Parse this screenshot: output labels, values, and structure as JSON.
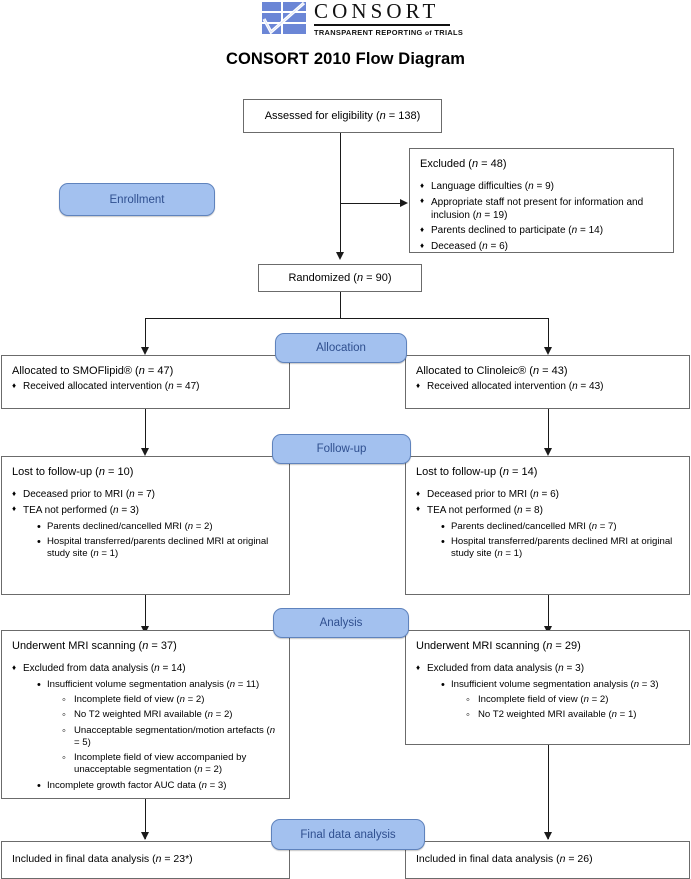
{
  "logo": {
    "wordmark": "CONSORT",
    "tagline_part1": "TRANSPARENT REPORTING",
    "tagline_of": "of",
    "tagline_part2": "TRIALS",
    "mark_color": "#6b86d6"
  },
  "title": "CONSORT 2010 Flow Diagram",
  "theme": {
    "pill_fill": "#a3c1ef",
    "pill_border": "#5f83bd",
    "pill_text": "#2f4f8f",
    "box_border": "#6b6b6b",
    "line_color": "#1a1a1a"
  },
  "stages": {
    "enrollment": "Enrollment",
    "allocation": "Allocation",
    "followup": "Follow-up",
    "analysis": "Analysis",
    "final": "Final data analysis"
  },
  "enrollment": {
    "assessed": "Assessed for eligibility (n = 138)",
    "randomized": "Randomized (n = 90)",
    "excluded": {
      "head": "Excluded (n = 48)",
      "items": [
        "Language difficulties (n = 9)",
        "Appropriate staff not present for information and inclusion (n = 19)",
        "Parents declined to participate (n = 14)",
        "Deceased (n = 6)"
      ]
    }
  },
  "allocation": {
    "left": {
      "head": "Allocated to SMOFlipid® (n = 47)",
      "items": [
        "Received allocated intervention (n = 47)"
      ]
    },
    "right": {
      "head": "Allocated to Clinoleic® (n = 43)",
      "items": [
        "Received allocated intervention (n = 43)"
      ]
    }
  },
  "followup": {
    "left": {
      "head": "Lost to follow-up (n = 10)",
      "items": [
        {
          "text": "Deceased prior to MRI (n = 7)",
          "sub": []
        },
        {
          "text": "TEA not performed (n = 3)",
          "sub": [
            "Parents declined/cancelled MRI (n = 2)",
            "Hospital transferred/parents declined MRI at original study site (n = 1)"
          ]
        }
      ]
    },
    "right": {
      "head": "Lost to follow-up (n = 14)",
      "items": [
        {
          "text": "Deceased prior to MRI (n = 6)",
          "sub": []
        },
        {
          "text": "TEA not performed (n = 8)",
          "sub": [
            "Parents declined/cancelled MRI (n = 7)",
            "Hospital transferred/parents declined MRI at original study site (n = 1)"
          ]
        }
      ]
    }
  },
  "analysis": {
    "left": {
      "head": "Underwent MRI scanning (n = 37)",
      "excluded_label": "Excluded from data analysis (n = 14)",
      "sub": [
        {
          "text": "Insufficient volume segmentation analysis (n = 11)",
          "sub": [
            "Incomplete field of view (n = 2)",
            "No T2 weighted MRI available (n = 2)",
            "Unacceptable segmentation/motion artefacts (n = 5)",
            "Incomplete field of view accompanied by unacceptable segmentation (n = 2)"
          ]
        },
        {
          "text": "Incomplete growth factor AUC data (n = 3)",
          "sub": []
        }
      ]
    },
    "right": {
      "head": "Underwent MRI scanning (n = 29)",
      "excluded_label": "Excluded from data analysis (n = 3)",
      "sub": [
        {
          "text": "Insufficient volume segmentation analysis (n = 3)",
          "sub": [
            "Incomplete field of view (n = 2)",
            "No T2 weighted MRI available (n = 1)"
          ]
        }
      ]
    }
  },
  "final": {
    "left": "Included in final data analysis (n = 23*)",
    "right": "Included in final data analysis (n = 26)"
  }
}
